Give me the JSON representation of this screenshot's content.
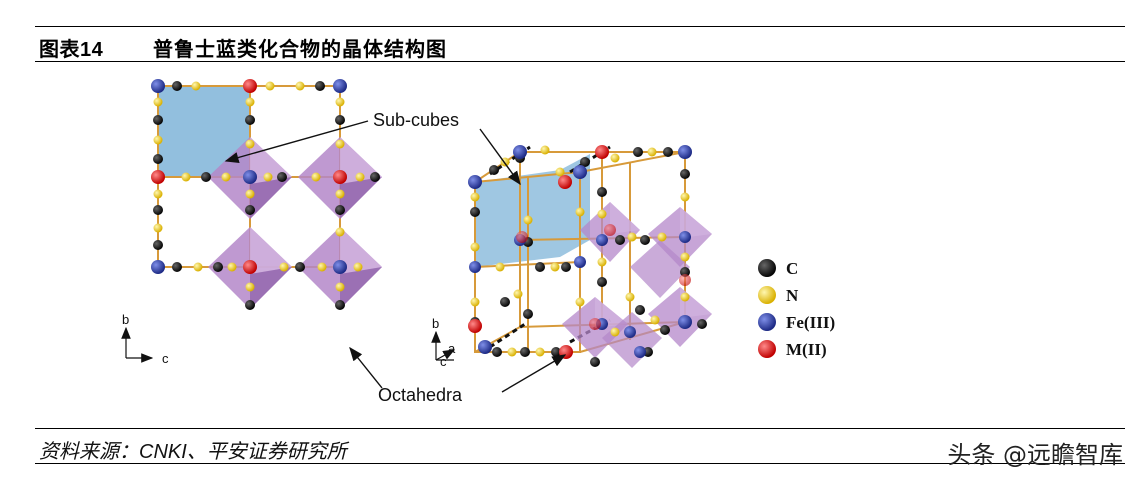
{
  "header": {
    "figure_label": "图表14",
    "title": "普鲁士蓝类化合物的晶体结构图"
  },
  "figure": {
    "annotations": {
      "subcubes": "Sub-cubes",
      "octahedra": "Octahedra"
    },
    "axes_2d": {
      "b": "b",
      "c": "c"
    },
    "axes_3d": {
      "b": "b",
      "a": "a",
      "c": "c"
    },
    "legend": [
      {
        "label": "C",
        "color": "#111111"
      },
      {
        "label": "N",
        "color": "#f2d21c"
      },
      {
        "label": "Fe(III)",
        "color": "#2f3fa8"
      },
      {
        "label": "M(II)",
        "color": "#e02020"
      }
    ]
  },
  "footer": {
    "source": "资料来源：CNKI、平安证券研究所",
    "watermark": "头条 @远瞻智库"
  }
}
